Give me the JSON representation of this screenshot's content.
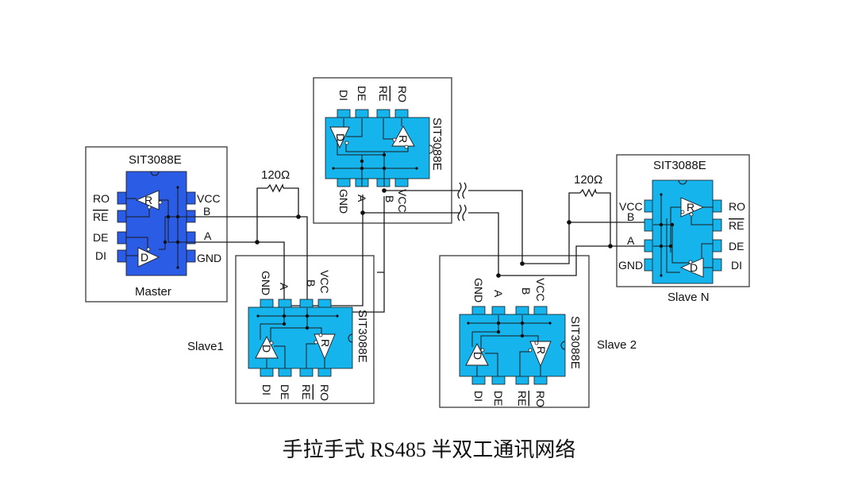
{
  "caption": "手拉手式 RS485 半双工通讯网络",
  "colors": {
    "master_chip": "#2b5ce6",
    "slave_chip": "#15b4ec",
    "wire": "#1a1a1a"
  },
  "master": {
    "part": "SIT3088E",
    "name": "Master",
    "pins_left": [
      "RO",
      "RE",
      "DE",
      "DI"
    ],
    "pins_right": [
      "VCC",
      "B",
      "A",
      "GND"
    ],
    "receiver": "R",
    "driver": "D"
  },
  "slave_top": {
    "part": "SIT3088E",
    "pins_top": [
      "DI",
      "DE",
      "RE",
      "RO"
    ],
    "pins_bottom": [
      "GND",
      "A",
      "B",
      "VCC"
    ],
    "receiver": "R",
    "driver": "D"
  },
  "slave1": {
    "part": "SIT3088E",
    "name": "Slave1",
    "pins_top": [
      "GND",
      "A",
      "B",
      "VCC"
    ],
    "pins_bottom": [
      "DI",
      "DE",
      "RE",
      "RO"
    ],
    "receiver": "R",
    "driver": "D"
  },
  "slave2": {
    "part": "SIT3088E",
    "name": "Slave 2",
    "pins_top": [
      "GND",
      "A",
      "B",
      "VCC"
    ],
    "pins_bottom": [
      "DI",
      "DE",
      "RE",
      "RO"
    ],
    "receiver": "R",
    "driver": "D"
  },
  "slaveN": {
    "part": "SIT3088E",
    "name": "Slave N",
    "pins_left": [
      "VCC",
      "B",
      "A",
      "GND"
    ],
    "pins_right": [
      "RO",
      "RE",
      "DE",
      "DI"
    ],
    "receiver": "R",
    "driver": "D"
  },
  "resistors": [
    {
      "label": "120Ω"
    },
    {
      "label": "120Ω"
    }
  ]
}
